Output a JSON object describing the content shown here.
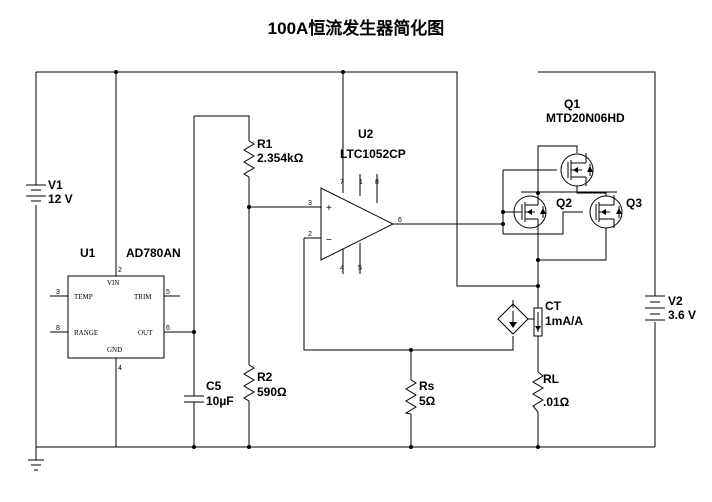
{
  "title": "100A恒流发生器简化图",
  "components": {
    "v1": {
      "name": "V1",
      "value": "12 V"
    },
    "v2": {
      "name": "V2",
      "value": "3.6 V"
    },
    "u1": {
      "name": "U1",
      "part": "AD780AN",
      "pins": {
        "vin": "VIN",
        "temp": "TEMP",
        "trim": "TRIM",
        "range": "RANGE",
        "out": "OUT",
        "gnd": "GND"
      },
      "pin_numbers": {
        "vin": "2",
        "temp": "3",
        "trim": "5",
        "range": "8",
        "out": "6",
        "gnd": "4"
      }
    },
    "u2": {
      "name": "U2",
      "part": "LTC1052CP",
      "pin_numbers": {
        "p7": "7",
        "p1": "1",
        "p8": "8",
        "p3": "3",
        "p2": "2",
        "p6": "6",
        "p4": "4",
        "p5": "5"
      },
      "plus": "+",
      "minus": "−"
    },
    "r1": {
      "name": "R1",
      "value": "2.354kΩ"
    },
    "r2": {
      "name": "R2",
      "value": "590Ω"
    },
    "c5": {
      "name": "C5",
      "value": "10µF"
    },
    "rs": {
      "name": "Rs",
      "value": "5Ω"
    },
    "rl": {
      "name": "RL",
      "value": ".01Ω"
    },
    "ct": {
      "name": "CT",
      "value": "1mA/A"
    },
    "q1": {
      "name": "Q1",
      "part": "MTD20N06HD"
    },
    "q2": {
      "name": "Q2"
    },
    "q3": {
      "name": "Q3"
    }
  }
}
